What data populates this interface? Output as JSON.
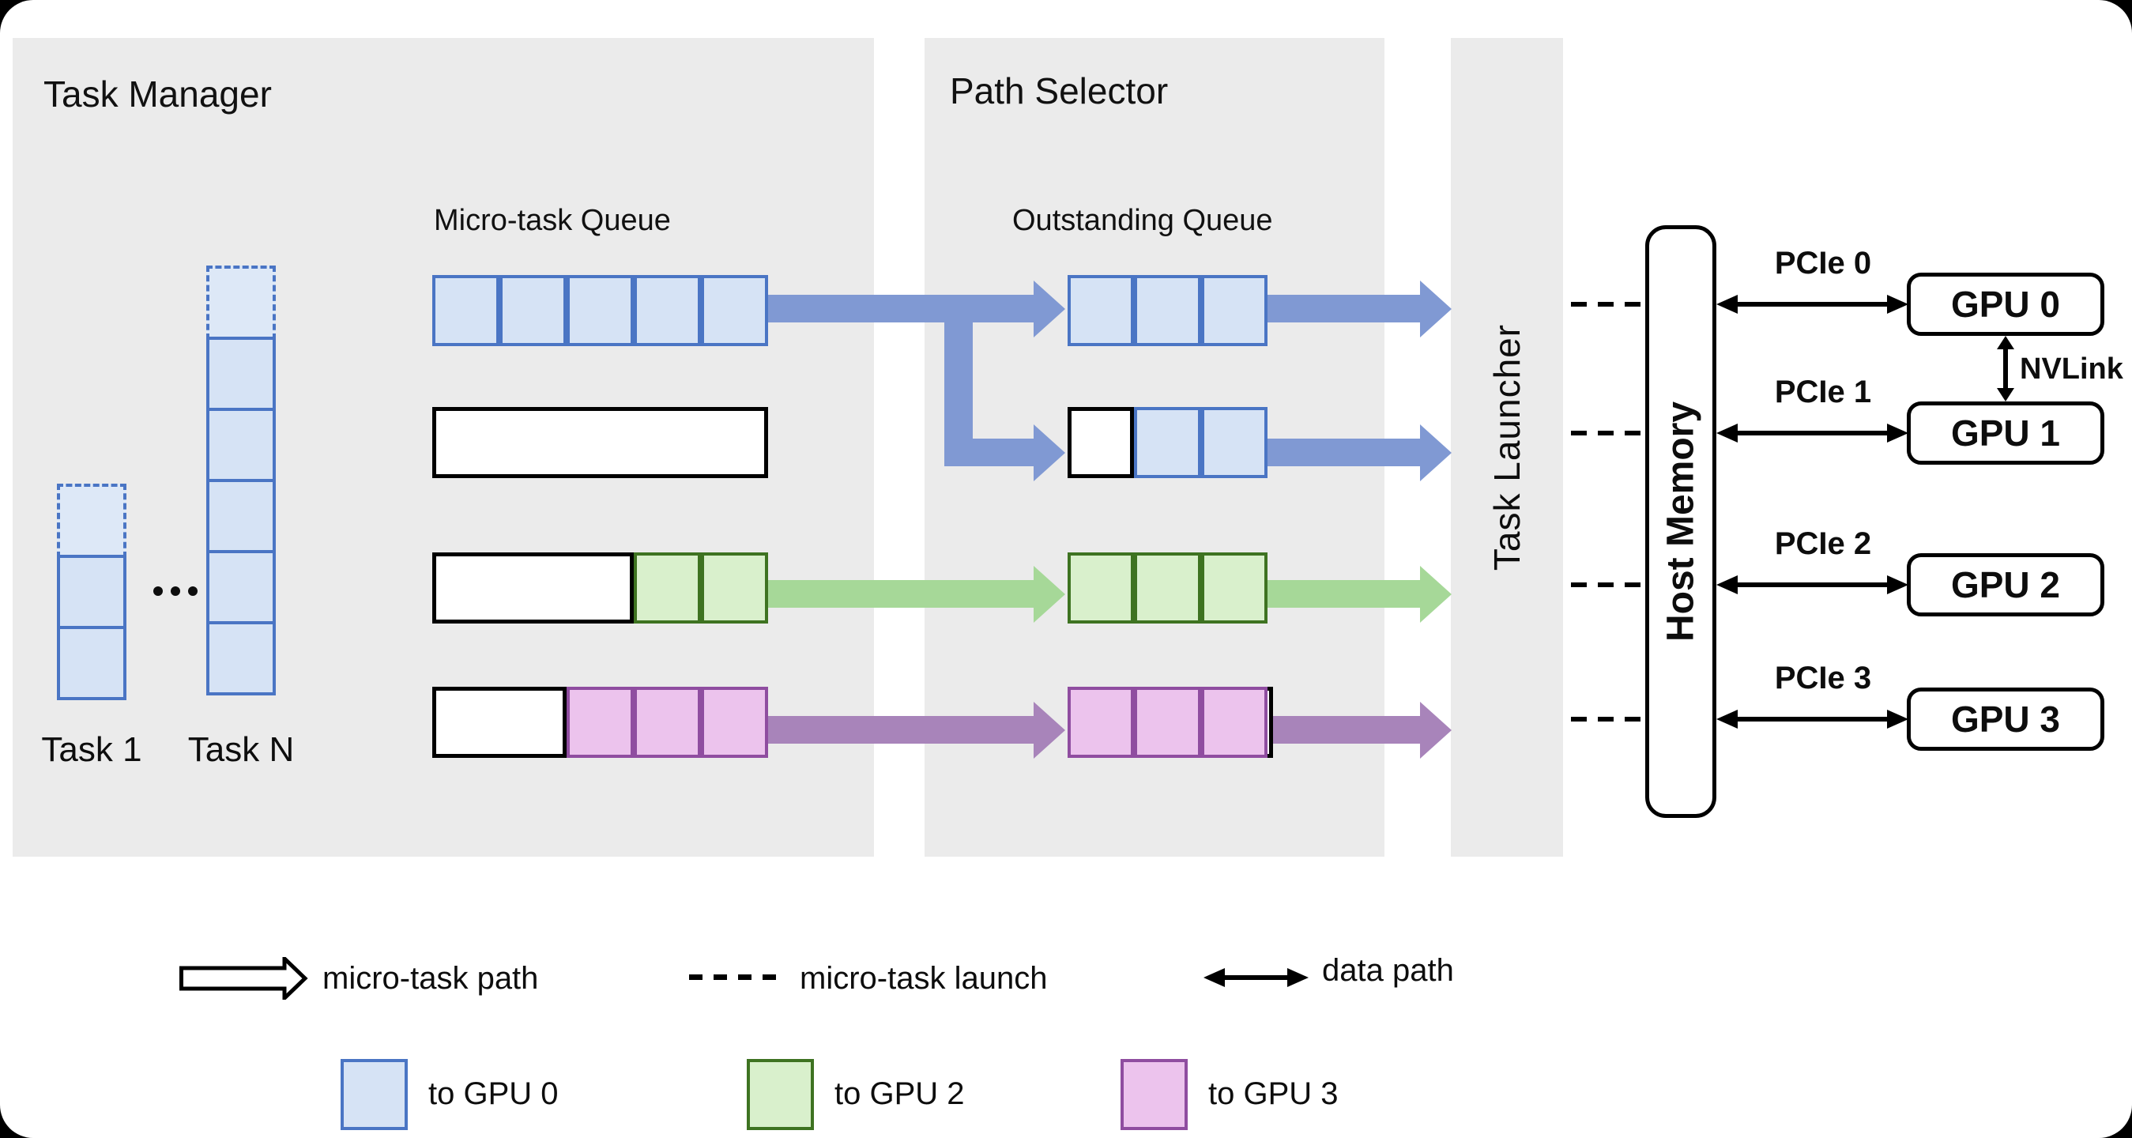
{
  "panels": {
    "task_manager": "Task Manager",
    "path_selector": "Path Selector",
    "task_launcher": "Task Launcher"
  },
  "labels": {
    "micro_task_queue": "Micro-task Queue",
    "outstanding_queue": "Outstanding Queue",
    "host_memory": "Host Memory",
    "nvlink": "NVLink",
    "ellipsis": "..."
  },
  "tasks": [
    {
      "label": "Task 1",
      "pending_cells": 1,
      "queued_cells": 2
    },
    {
      "label": "Task N",
      "pending_cells": 1,
      "queued_cells": 5
    }
  ],
  "micro_task_queue_rows": [
    {
      "cells": [
        {
          "type": "task",
          "color": "blue",
          "count": 5
        }
      ]
    },
    {
      "cells": [
        {
          "type": "empty",
          "count": 5
        }
      ]
    },
    {
      "cells": [
        {
          "type": "empty",
          "count": 3
        },
        {
          "type": "task",
          "color": "green",
          "count": 2
        }
      ]
    },
    {
      "cells": [
        {
          "type": "empty",
          "count": 2
        },
        {
          "type": "task",
          "color": "pink",
          "count": 3
        }
      ]
    }
  ],
  "outstanding_queue_rows": [
    {
      "cells": [
        {
          "type": "task",
          "color": "blue",
          "count": 3
        }
      ]
    },
    {
      "cells": [
        {
          "type": "empty",
          "count": 1
        },
        {
          "type": "task",
          "color": "blue",
          "count": 2
        }
      ]
    },
    {
      "cells": [
        {
          "type": "task",
          "color": "green",
          "count": 3
        }
      ]
    },
    {
      "backing": true,
      "cells": [
        {
          "type": "task",
          "color": "pink",
          "count": 3
        }
      ]
    }
  ],
  "gpus": [
    {
      "name": "GPU 0",
      "bus": "PCIe 0"
    },
    {
      "name": "GPU 1",
      "bus": "PCIe 1"
    },
    {
      "name": "GPU 2",
      "bus": "PCIe 2"
    },
    {
      "name": "GPU 3",
      "bus": "PCIe 3"
    }
  ],
  "legend": {
    "micro_task_path": "micro-task path",
    "micro_task_launch": "micro-task launch",
    "data_path": "data path",
    "keys": [
      {
        "label": "to GPU 0",
        "color": "blue"
      },
      {
        "label": "to GPU 2",
        "color": "green"
      },
      {
        "label": "to GPU 3",
        "color": "pink"
      }
    ]
  },
  "colors": {
    "panel": "#ebebeb",
    "blue_fill": "#d6e3f5",
    "blue_fill_dashed": "#dde8f7",
    "blue_border": "#4a75c4",
    "green_fill": "#d9f0cc",
    "green_border": "#3e7321",
    "pink_fill": "#ecc3ed",
    "pink_border": "#8f4da0",
    "arrow_blue": "#8099d3",
    "arrow_green": "#a6d898",
    "arrow_purple": "#a884ba"
  }
}
